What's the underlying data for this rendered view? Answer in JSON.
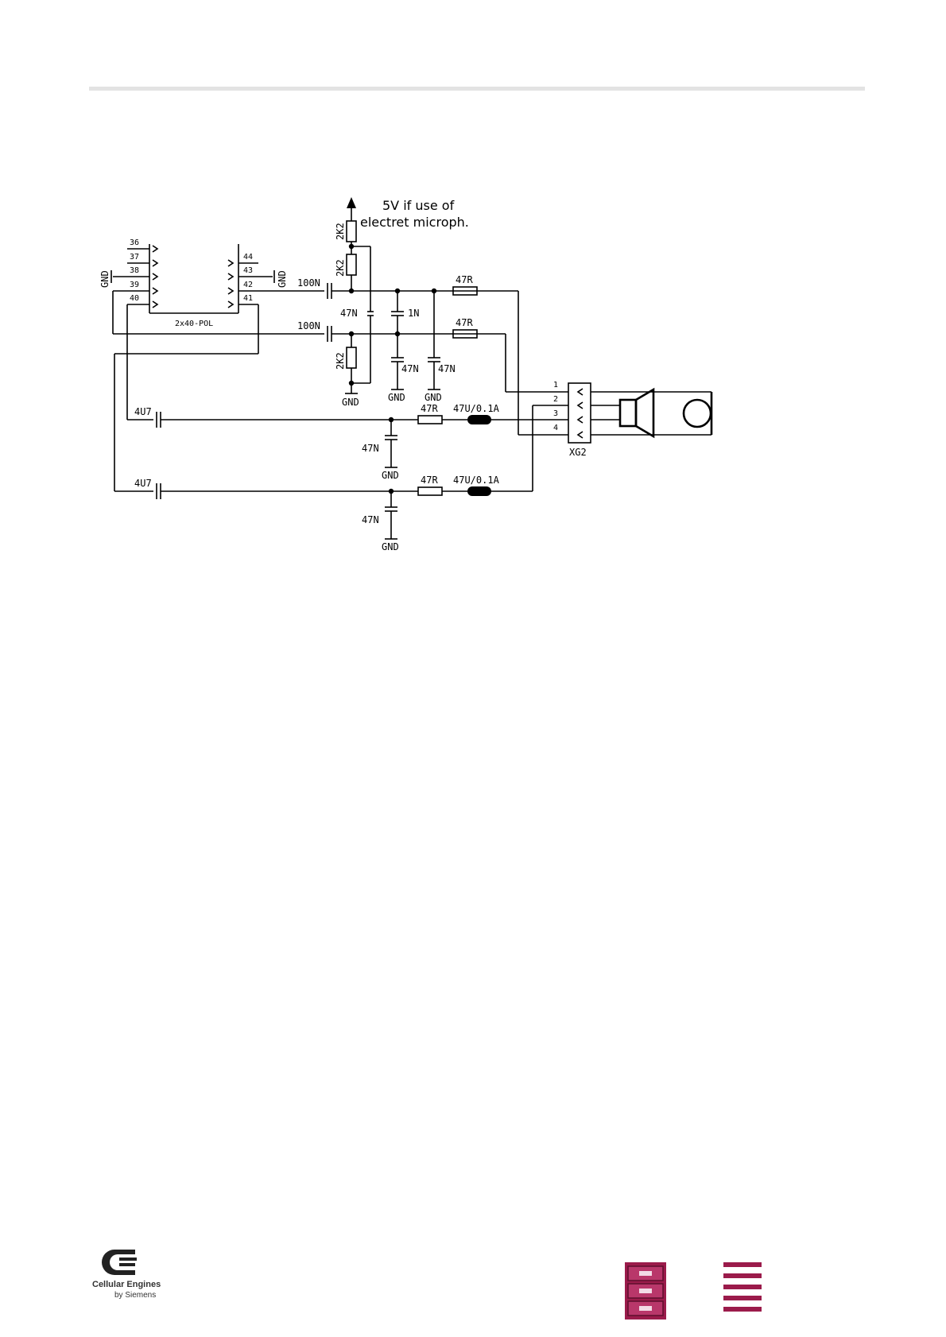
{
  "diagram": {
    "note_line1": "5V if use of",
    "note_line2": "electret microph.",
    "connector_left": {
      "label": "2x40-POL",
      "pins_left": [
        "36",
        "37",
        "38",
        "39",
        "40"
      ],
      "pins_right": [
        "44",
        "43",
        "42",
        "41"
      ]
    },
    "connector_xg2": {
      "label": "XG2",
      "pins": [
        "1",
        "2",
        "3",
        "4"
      ]
    },
    "labels": {
      "gnd": "GND",
      "cap_100n": "100N",
      "cap_47n": "47N",
      "cap_1n": "1N",
      "cap_4u7": "4U7",
      "res_2k2": "2K2",
      "res_47r": "47R",
      "inductor": "47U/0.1A"
    }
  },
  "footer": {
    "logo_name": "Cellular Engines",
    "logo_sub": "by Siemens",
    "icons": [
      "filing-cabinet-icon",
      "menu-lines-icon"
    ],
    "accent_color": "#9b1b4b"
  }
}
